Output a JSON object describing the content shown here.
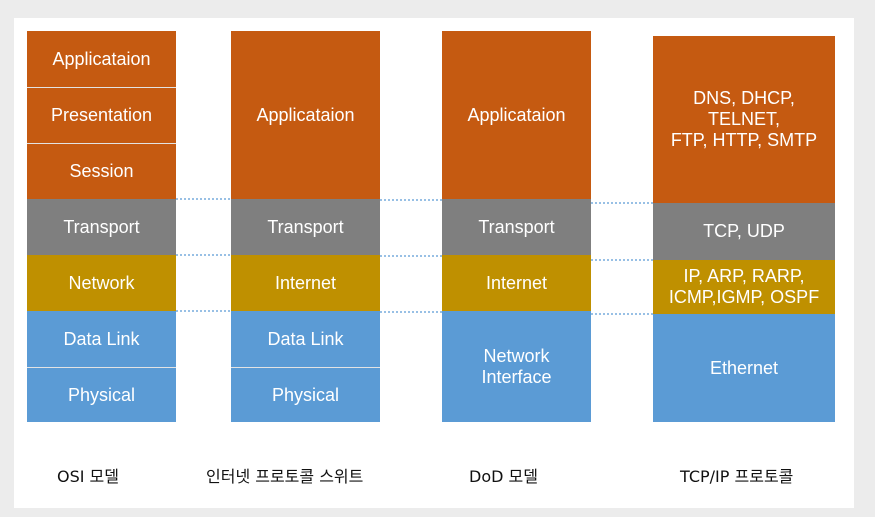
{
  "osi": {
    "application": "Applicataion",
    "presentation": "Presentation",
    "session": "Session",
    "transport": "Transport",
    "network": "Network",
    "data_link": "Data Link",
    "physical": "Physical",
    "caption": "OSI 모델"
  },
  "internet_suite": {
    "application": "Applicataion",
    "transport": "Transport",
    "internet": "Internet",
    "data_link": "Data Link",
    "physical": "Physical",
    "caption": "인터넷 프로토콜 스위트"
  },
  "dod": {
    "application": "Applicataion",
    "transport": "Transport",
    "internet": "Internet",
    "network_interface": "Network\nInterface",
    "caption": "DoD 모델"
  },
  "tcpip": {
    "application_protocols": "DNS, DHCP,\nTELNET,\nFTP, HTTP, SMTP",
    "transport_protocols": "TCP, UDP",
    "internet_protocols": "IP, ARP, RARP,\nICMP,IGMP, OSPF",
    "link_protocols": "Ethernet",
    "caption": "TCP/IP 프로토콜"
  },
  "colors": {
    "application": "#c55a11",
    "transport": "#7f7f7f",
    "internet": "#bf9000",
    "link": "#5b9bd5",
    "connector": "#5b9bd5"
  }
}
